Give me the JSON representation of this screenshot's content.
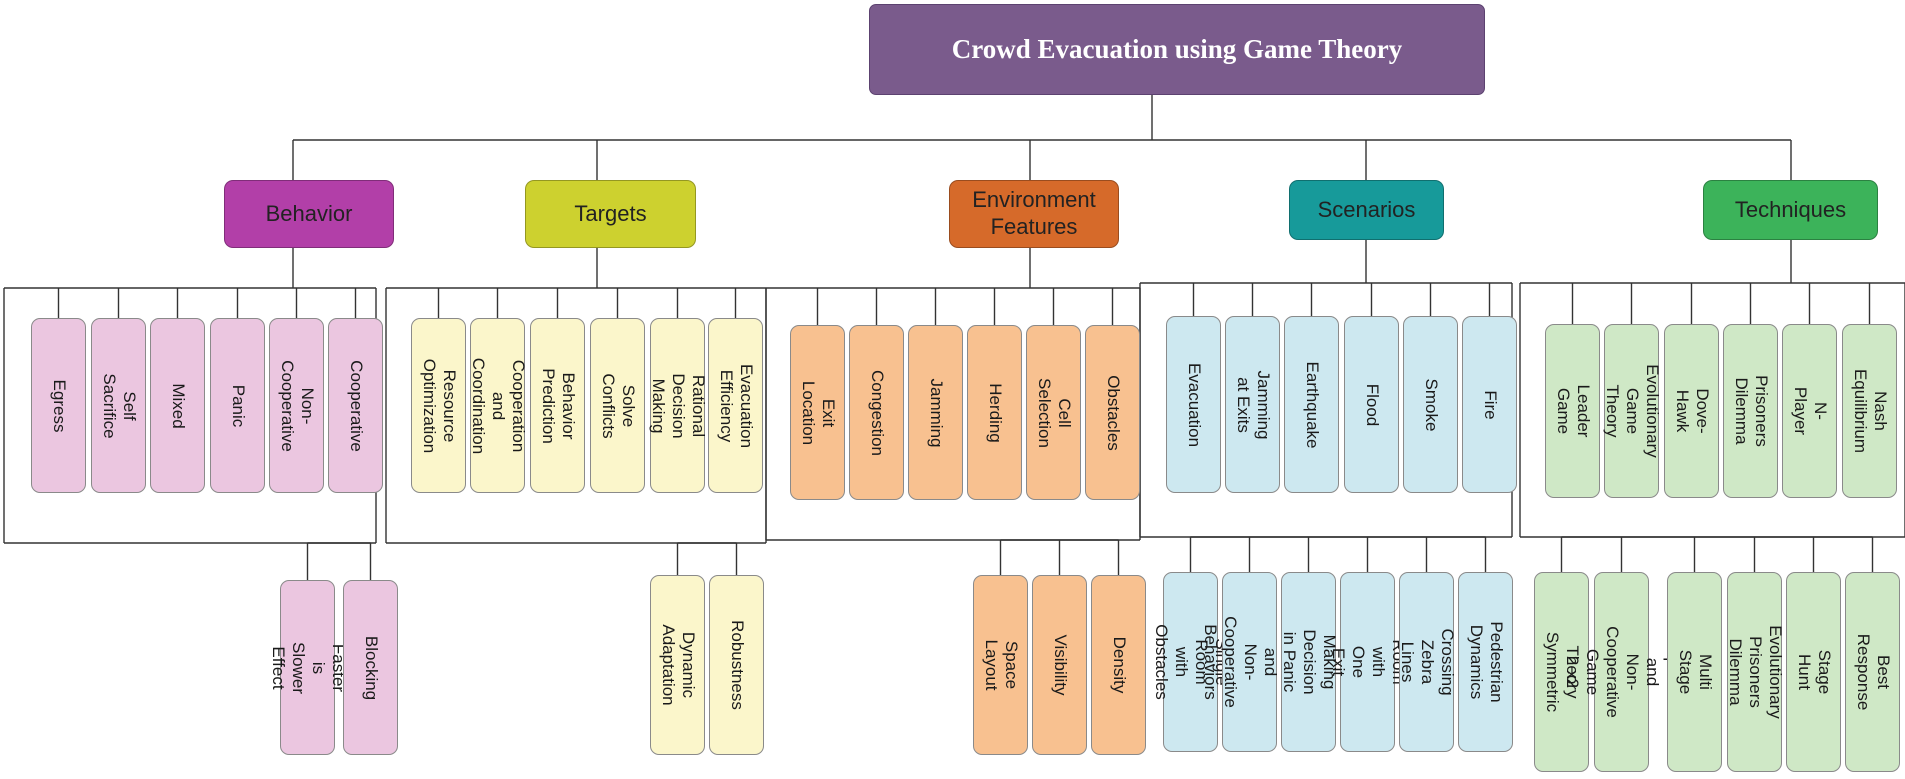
{
  "title": "Crowd Evacuation using Game Theory",
  "categories": [
    {
      "label": "Behavior",
      "color": "#b23fa8",
      "leaf_color": "#ebc6e0",
      "row1": [
        "Egress",
        "Self Sacrifice",
        "Mixed",
        "Panic",
        "Non-Cooperative",
        "Cooperative"
      ],
      "row2": [
        "Faster is Slower\nEffect",
        "Blocking"
      ]
    },
    {
      "label": "Targets",
      "color": "#cdd12f",
      "leaf_color": "#fbf6cb",
      "row1": [
        "Resource\nOptimization",
        "Cooperation and\nCoordination",
        "Behavior\nPrediction",
        "Solve Conflicts",
        "Rational Decision\nMaking",
        "Evacuation\nEfficiency"
      ],
      "row2": [
        "Dynamic\nAdaptation",
        "Robustness"
      ]
    },
    {
      "label": "Environment\nFeatures",
      "color": "#d66a2a",
      "leaf_color": "#f8c190",
      "row1": [
        "Exit Location",
        "Congestion",
        "Jamming",
        "Herding",
        "Cell Selection",
        "Obstacles"
      ],
      "row2": [
        "Space Layout",
        "Visibility",
        "Density"
      ]
    },
    {
      "label": "Scenarios",
      "color": "#179a9a",
      "leaf_color": "#cde8f0",
      "row1": [
        "Evacuation",
        "Jamming at Exits",
        "Earthquake",
        "Flood",
        "Smoke",
        "Fire"
      ],
      "row2": [
        "Single Room with\nObstacles",
        "Cooperative and\nNon-Cooperative\nBehaviors",
        "Making Decision\nin Panic",
        "Room with One\nExit",
        "Crossing Zebra\nLines",
        "Pedestrian\nDynamics"
      ]
    },
    {
      "label": "Techniques",
      "color": "#3cb35a",
      "leaf_color": "#cfe8c6",
      "row1": [
        "Leader Game",
        "Evolutionary\nGame Theory",
        "Dove-Hawk",
        "Prisoners\nDilemma",
        "N- Player",
        "Nash Equilibrium"
      ],
      "row2": [
        "2 x2 Symmetric",
        "Cooperative and\nNon-Cooperative\nGame Theory",
        "Multi Stage",
        "Evolutionary\nPrisoners Dilemma",
        "Stage Hunt",
        "Best Response"
      ]
    }
  ]
}
